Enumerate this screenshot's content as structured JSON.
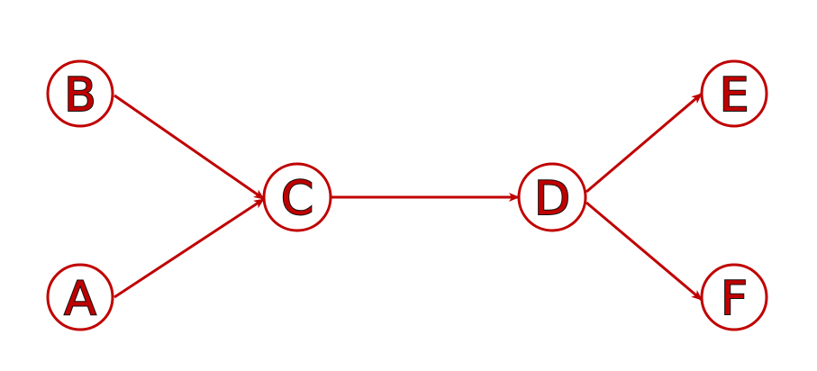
{
  "colors": {
    "accent": "#c00000",
    "label_outline": "#111111",
    "background": "#ffffff"
  },
  "nodes": [
    {
      "id": "A",
      "label": "A"
    },
    {
      "id": "B",
      "label": "B"
    },
    {
      "id": "C",
      "label": "C"
    },
    {
      "id": "D",
      "label": "D"
    },
    {
      "id": "E",
      "label": "E"
    },
    {
      "id": "F",
      "label": "F"
    }
  ],
  "edges": [
    {
      "from": "B",
      "to": "C"
    },
    {
      "from": "A",
      "to": "C"
    },
    {
      "from": "C",
      "to": "D"
    },
    {
      "from": "D",
      "to": "E"
    },
    {
      "from": "D",
      "to": "F"
    }
  ]
}
